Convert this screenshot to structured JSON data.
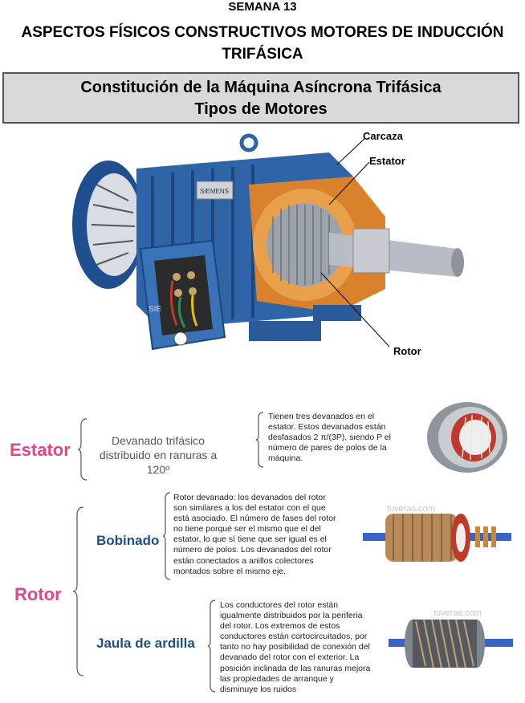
{
  "header": {
    "week": "SEMANA 13",
    "title_line1": "ASPECTOS FÍSICOS CONSTRUCTIVOS MOTORES DE INDUCCIÓN",
    "title_line2": "TRIFÁSICA"
  },
  "banner": {
    "line1": "Constitución de la Máquina Asíncrona Trifásica",
    "line2": "Tipos de Motores"
  },
  "diagram": {
    "labels": {
      "carcaza": "Carcaza",
      "estator": "Estator",
      "rotor": "Rotor"
    },
    "nameplate": "SIEMENS",
    "brand_mark": "SIE",
    "colors": {
      "body": "#2f64a6",
      "copper": "#d9822b",
      "shaft": "#b8bcc4"
    }
  },
  "estator_section": {
    "label": "Estator",
    "summary_line1": "Devanado trifásico",
    "summary_line2": "distribuido en ranuras a 120º",
    "description_lines": [
      "Tienen tres devanados en el",
      "estator. Estos devanados están",
      "desfasados 2 π/(3P), siendo P el",
      "número de pares de polos de la",
      "máquina."
    ]
  },
  "rotor_section": {
    "label": "Rotor",
    "bobinado": {
      "label": "Bobinado",
      "description_lines": [
        "Rotor devanado: los devanados del rotor",
        "son similares a los del estator con el que",
        "está asociado. El número de fases del rotor",
        "no tiene porqué ser el mismo que el del",
        "estator, lo que sí tiene que ser igual es el",
        "número de polos. Los devanados del rotor",
        "están conectados a anillos colectores",
        "montados sobre el mismo eje."
      ],
      "watermark": "tuveras.com"
    },
    "jaula": {
      "label": "Jaula de ardilla",
      "description_lines": [
        "Los conductores del rotor están",
        "igualmente distribuidos por la periferia",
        "del rotor. Los extremos de estos",
        "conductores están cortocircuitados, por",
        "tanto no hay posibilidad de conexión del",
        "devanado del rotor con el exterior. La",
        "posición inclinada de las ranuras mejora",
        "las propiedades de arranque y",
        "disminuye los ruidos"
      ],
      "watermark": "tuveras.com"
    }
  }
}
